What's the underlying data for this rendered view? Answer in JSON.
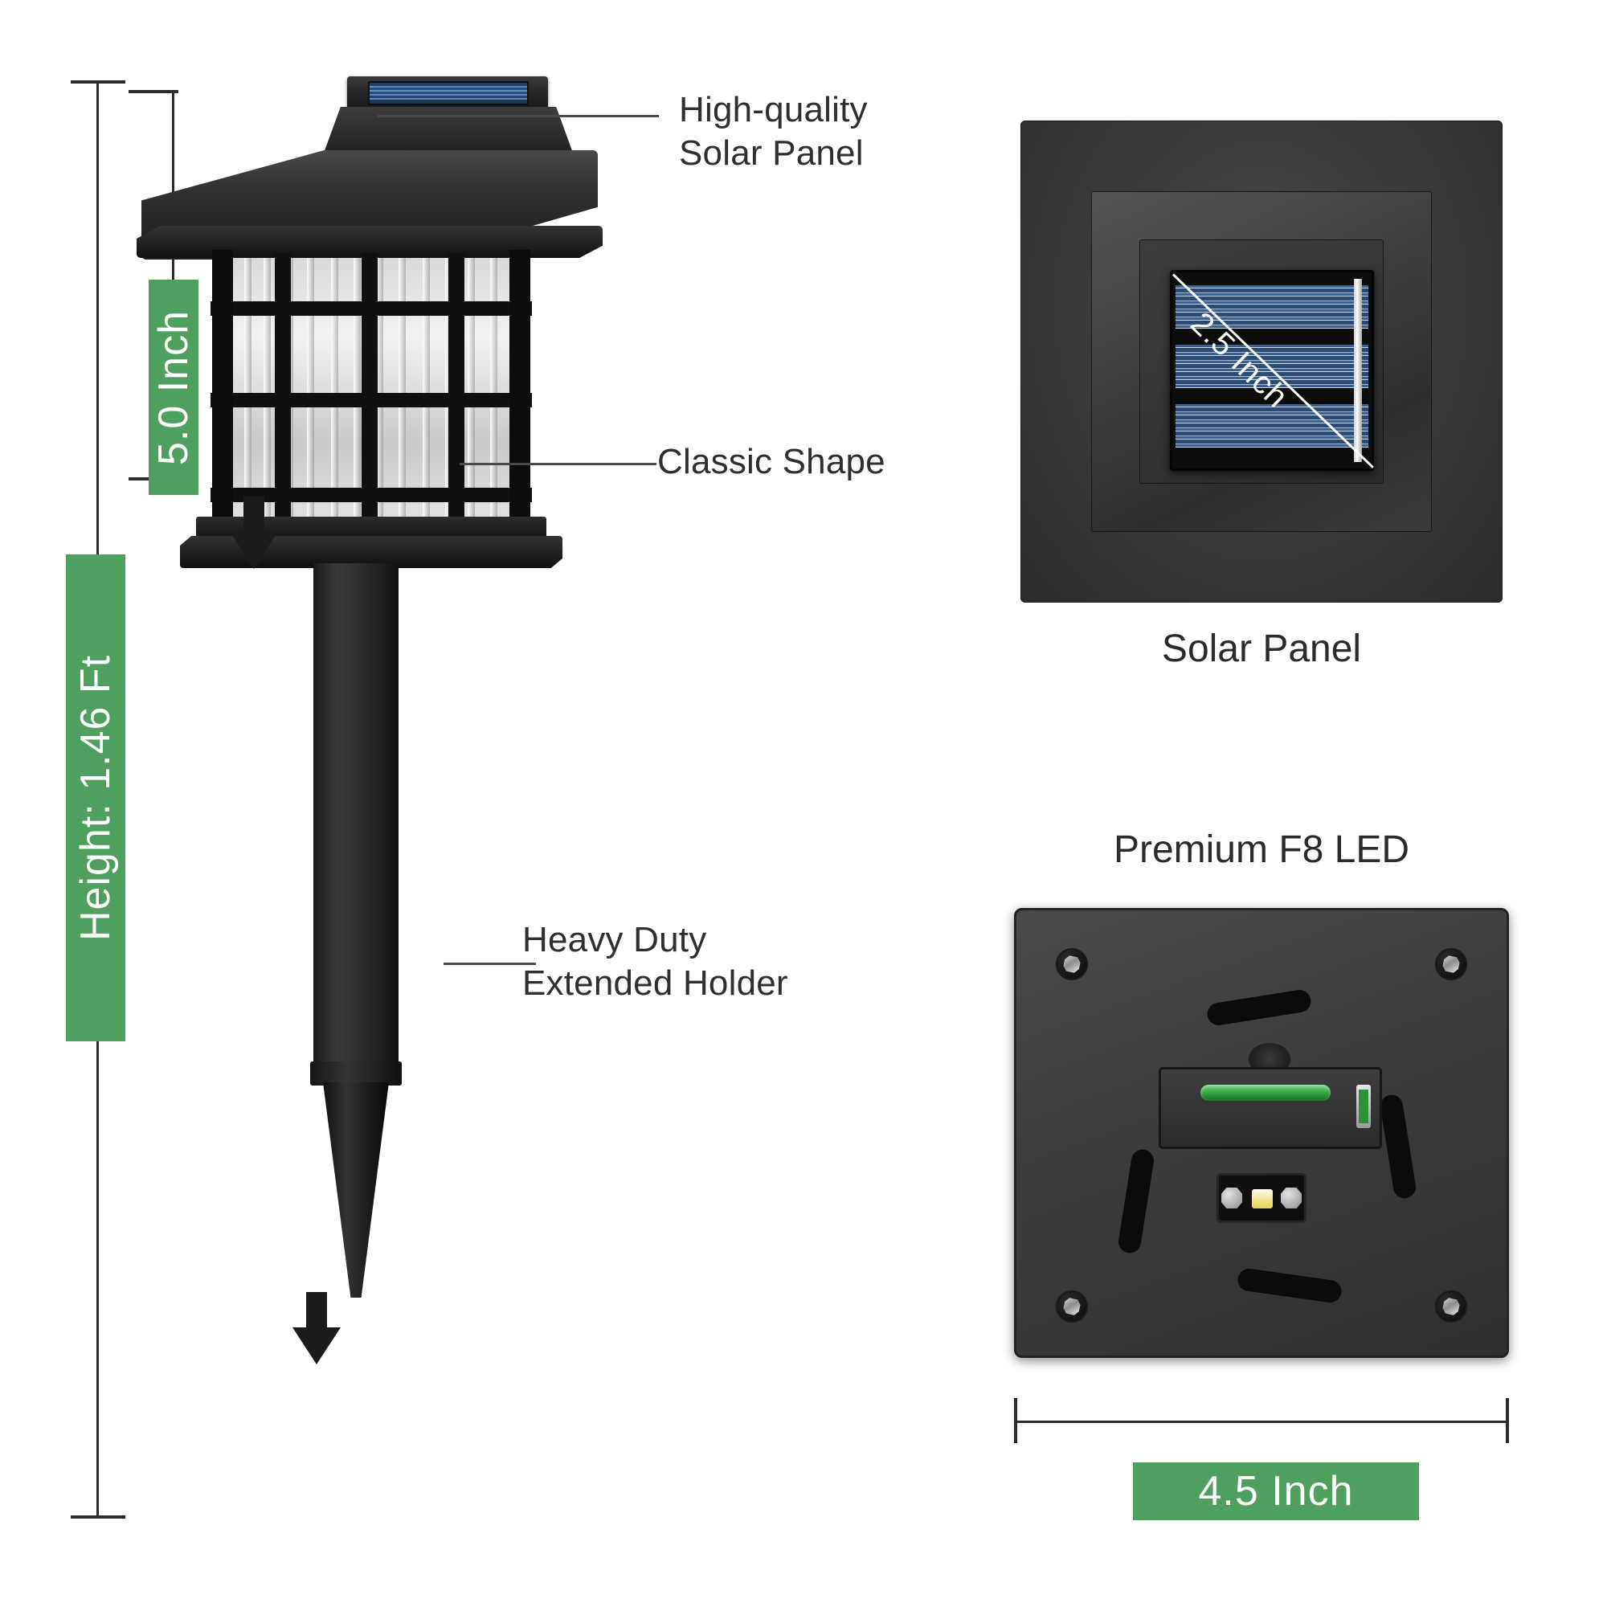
{
  "page": {
    "title": "Solar Path Light Product Specification Infographic",
    "background_color": "#ffffff",
    "accent_green": "#4fa05f",
    "text_color": "#2f2f2f"
  },
  "dimensions": {
    "head_height": {
      "value": "5.0 Inch",
      "orientation": "vertical"
    },
    "total_height": {
      "value": "Height: 1.46  Ft",
      "orientation": "vertical"
    },
    "solar_panel_diagonal": {
      "value": "2.5 Inch",
      "orientation": "diagonal"
    },
    "led_plate_width": {
      "value": "4.5 Inch",
      "orientation": "horizontal"
    }
  },
  "callouts": [
    {
      "id": "solar-panel",
      "label": "High-quality\nSolar Panel"
    },
    {
      "id": "classic-shape",
      "label": "Classic  Shape"
    },
    {
      "id": "heavy-duty-holder",
      "label": "Heavy Duty\nExtended Holder"
    }
  ],
  "detail_panels": [
    {
      "id": "solar-panel-detail",
      "caption": "Solar Panel"
    },
    {
      "id": "led-detail",
      "caption": "Premium F8 LED"
    }
  ],
  "icons": {
    "down_arrow_top": "down-arrow-icon",
    "down_arrow_bottom": "down-arrow-icon"
  }
}
